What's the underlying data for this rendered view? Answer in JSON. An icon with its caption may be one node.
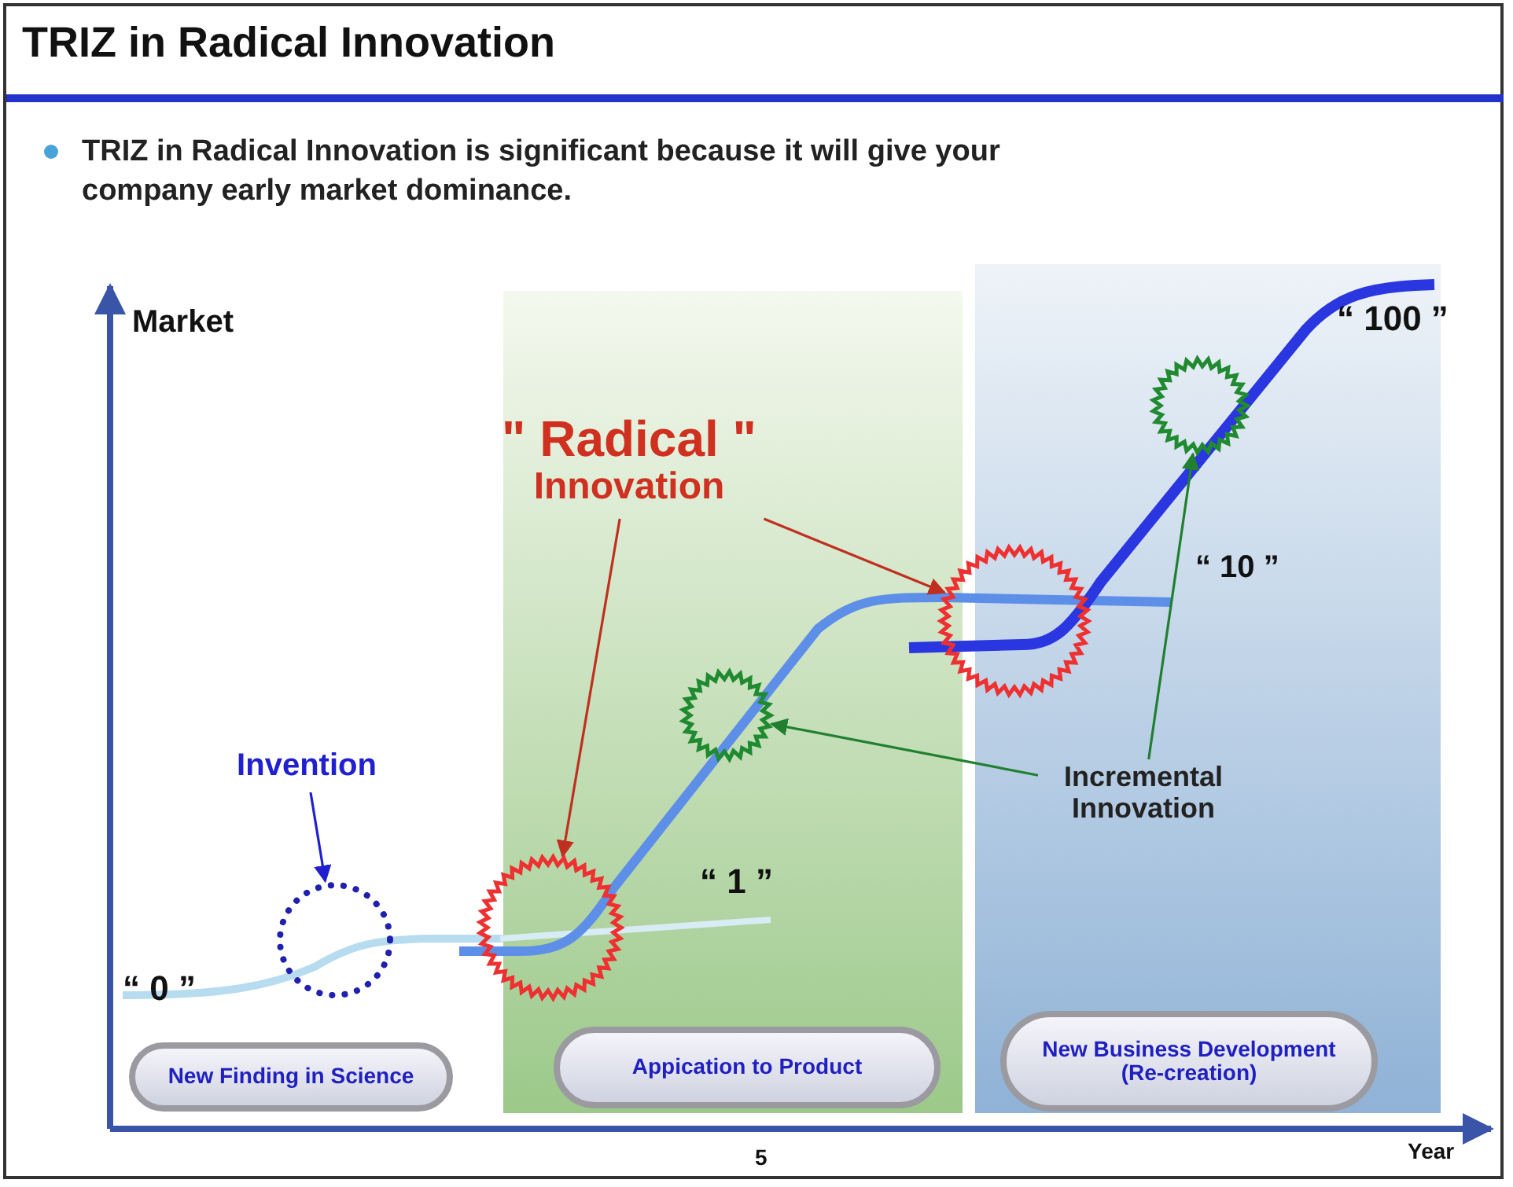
{
  "diagram": {
    "title": "TRIZ in Radical Innovation",
    "nodes": [
      {
        "text": [
          "Invention"
        ]
      },
      {
        "text": [],
        "shape": "circle"
      },
      {
        "text": [
          "\" Radical \"",
          "Innovation"
        ]
      },
      {
        "text": [],
        "shape": "circle"
      },
      {
        "text": [],
        "shape": "circle"
      },
      {
        "text": [],
        "shape": "circle"
      },
      {
        "text": [],
        "shape": "circle"
      },
      {
        "text": [
          "Incremental Innovation"
        ]
      },
      {
        "text": [
          "New Finding in Science"
        ]
      },
      {
        "text": [
          "Appication to Product"
        ]
      },
      {
        "text": [
          "New Business Development (Re-creation)"
        ]
      }
    ],
    "edges": [
      {
        "from": 0,
        "to": 1,
        "arrow": "to",
        "color": "#2020d0"
      },
      {
        "from": 2,
        "to": 3,
        "arrow": "to",
        "color": "#c03020"
      },
      {
        "from": 2,
        "to": 4,
        "arrow": "to",
        "color": "#c03020"
      },
      {
        "from": 7,
        "to": 5,
        "arrow": "to",
        "color": "#208030"
      },
      {
        "from": 7,
        "to": 6,
        "arrow": "to",
        "color": "#208030"
      }
    ],
    "labels": [
      "TRIZ in Radical Innovation is significant because it will give your company early market dominance.",
      "Market",
      "“ 0 ”",
      "“ 1 ”",
      "“ 10 ”",
      "“ 100 ”",
      "Year",
      "5"
    ]
  }
}
